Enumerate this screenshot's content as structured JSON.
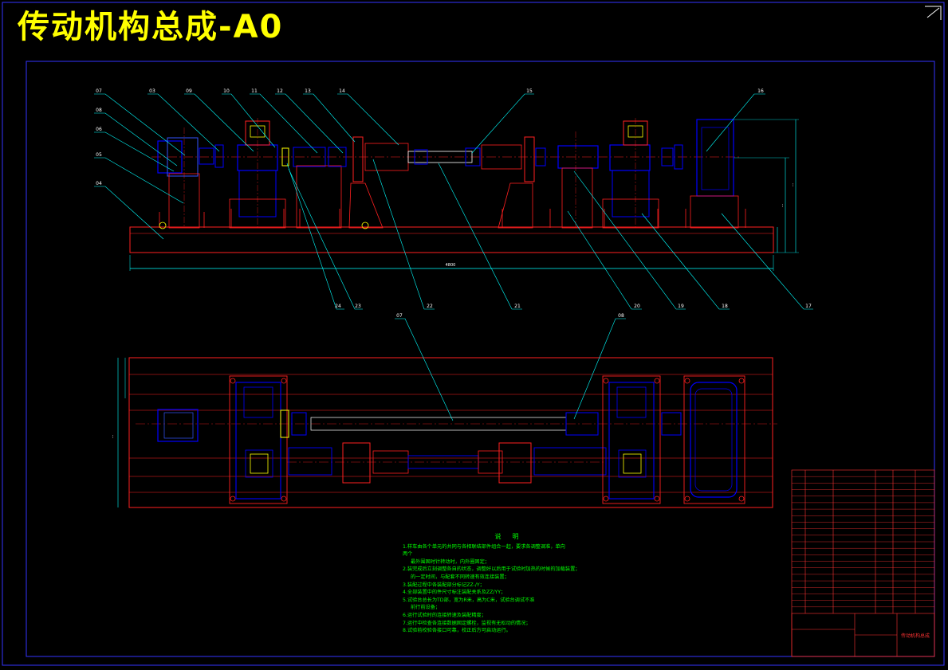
{
  "title": "传动机构总成-A0",
  "colors": {
    "background": "#000000",
    "title": "#ffff00",
    "leader": "#00ffff",
    "frame": "#ff0000",
    "parts": "#0000ff",
    "notes": "#00ff00",
    "border": "#0000ff"
  },
  "part_labels": {
    "top": [
      "07",
      "08",
      "06",
      "05",
      "04",
      "03",
      "09",
      "10",
      "11",
      "12",
      "13",
      "14",
      "15",
      "16",
      "24",
      "23",
      "22",
      "21",
      "20",
      "19",
      "18",
      "17"
    ],
    "plan": [
      "07",
      "08"
    ]
  },
  "dimensions": [
    "4800",
    "...",
    "...",
    "..."
  ],
  "notes": {
    "title": "说明",
    "lines": [
      "1.样车由各个单元的共同与各相联结部件组合一起，要求各调整调准，单向",
      "两个",
      "最外围固时针转动时，内外圈固定；",
      "2.装完成后立刻调整各自的状态，调整好以后用于试验时加热的时候的加载装置；",
      "的一定时间，与配套不同转速有效连接装置；",
      "3.装配过程中各装配部分标记ZZ-/Y；",
      "4.全部装置中的件尺寸标注装配关系及ZZ/YY；",
      "5.试验台总长为TD部，宽为R米，高为C米，试验台调试不准",
      "前行前设备；",
      "6.运行试验时的连接转速及装配精度；",
      "7.运行中检查各连接数据固定螺栓，监视有无松动的情况；",
      "8.试验前校验各接口可靠，校正后方可启动运行。"
    ]
  },
  "title_block": {
    "drawing_name": "传动机构总成",
    "rows": 22
  }
}
